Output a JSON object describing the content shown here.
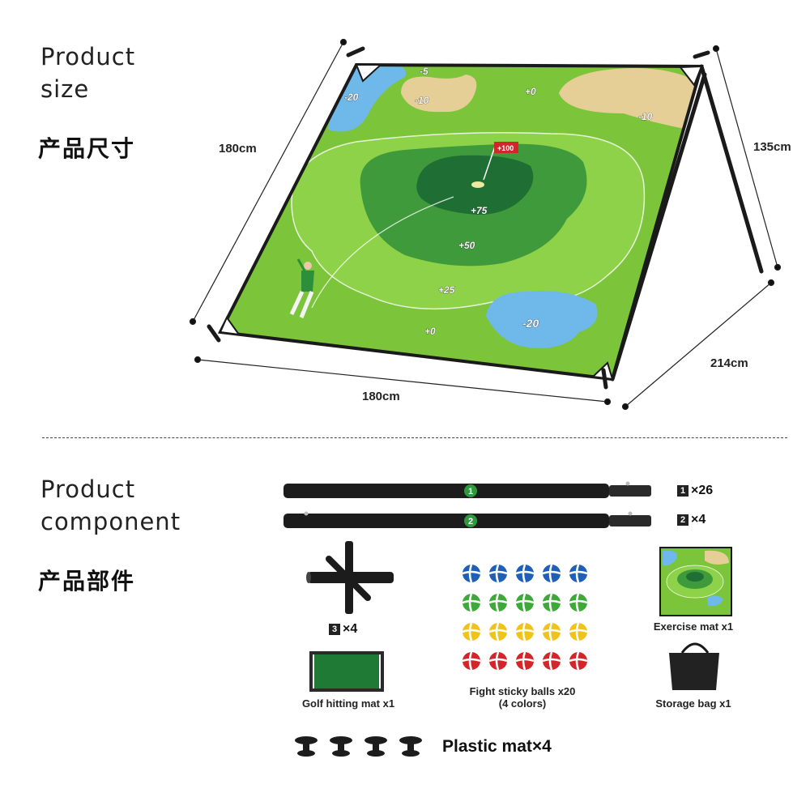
{
  "size_section": {
    "heading_en": "Product\nsize",
    "heading_cn": "产品尺寸",
    "dim_left": "180cm",
    "dim_bottom": "180cm",
    "dim_right_top": "135cm",
    "dim_right_bottom": "214cm"
  },
  "mat_scores": {
    "top_left": "-20",
    "top_minus5": "-5",
    "top_minus10": "-10",
    "top_plus0": "+0",
    "top_right_minus10": "-10",
    "flag": "+100",
    "inner": "+75",
    "middle": "+50",
    "outer": "+25",
    "bottom_plus0": "+0",
    "pond": "-20"
  },
  "component_section": {
    "heading_en": "Product\ncomponent",
    "heading_cn": "产品部件",
    "pole1": {
      "number": "1",
      "box": "1",
      "qty": "×26"
    },
    "pole2": {
      "number": "2",
      "box": "2",
      "qty": "×4"
    },
    "connector": {
      "box": "3",
      "qty": "×4"
    },
    "exercise_mat": "Exercise mat x1",
    "golf_hitting_mat": "Golf hitting mat x1",
    "sticky_balls": "Fight sticky balls x20",
    "sticky_balls_note": "(4 colors)",
    "storage_bag": "Storage bag x1",
    "plastic_mat": "Plastic mat×4"
  },
  "colors": {
    "grass": "#7cc43a",
    "green_mid": "#3e9a3a",
    "green_dark": "#1f6f34",
    "water": "#6fb8ea",
    "sand": "#e6cf97",
    "frame": "#1a1a1a",
    "badge_green": "#2e9a3e",
    "ball_blue": "#1f5fb5",
    "ball_green": "#3fa83a",
    "ball_yellow": "#f0c21c",
    "ball_red": "#d3262a"
  }
}
